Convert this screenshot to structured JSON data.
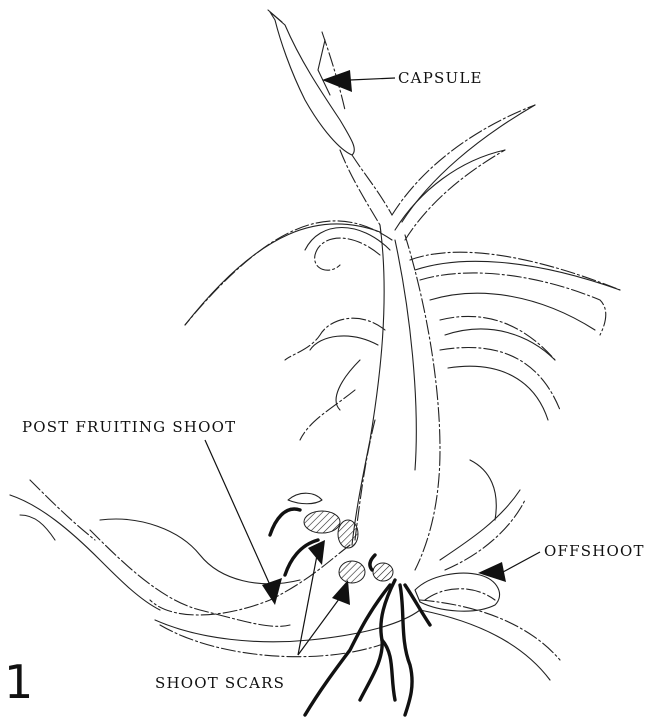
{
  "figure_number": "1",
  "labels": {
    "capsule": "CAPSULE",
    "post_fruiting_shoot": "POST FRUITING SHOOT",
    "offshoot": "OFFSHOOT",
    "shoot_scars": "SHOOT SCARS"
  },
  "colors": {
    "ink": "#111111",
    "background": "#ffffff"
  }
}
